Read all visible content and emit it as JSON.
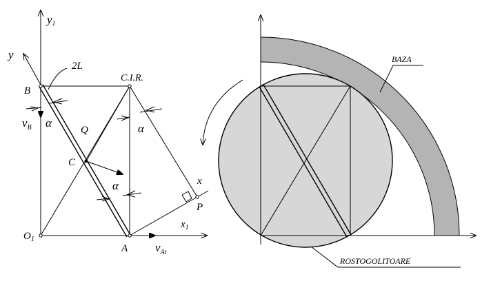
{
  "left_diagram": {
    "labels": {
      "y1_axis": "y",
      "y1_axis_sub": "1",
      "y_axis": "y",
      "x1_axis": "x",
      "x1_axis_sub": "1",
      "x_axis": "x",
      "rod_length": "2L",
      "point_B": "B",
      "point_A": "A",
      "point_C": "C",
      "point_Q": "Q",
      "point_P": "P",
      "point_O1": "O",
      "point_O1_sub": "1",
      "cir": "C.I.R.",
      "velocity_B": "v",
      "velocity_B_sub": "B",
      "velocity_A": "v",
      "velocity_A_sub": "At",
      "angle_1": "α",
      "angle_2": "α",
      "angle_3": "α"
    }
  },
  "right_diagram": {
    "labels": {
      "base": "BAZA",
      "rolling_curve": "ROSTOGOLITOARE"
    },
    "colors": {
      "base_band": "#b4b4b4",
      "rolling_disk": "#d7d7d7"
    }
  }
}
